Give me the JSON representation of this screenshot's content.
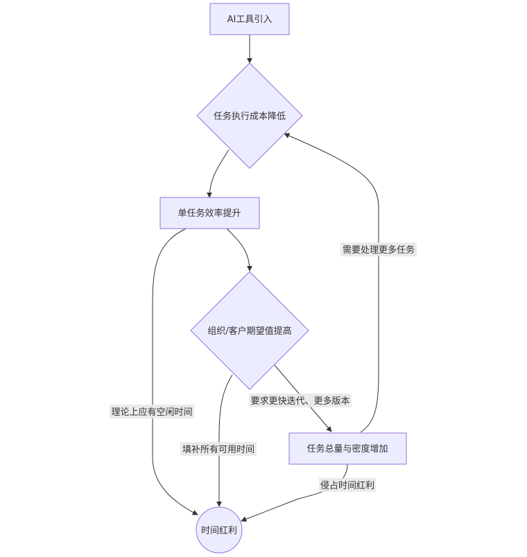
{
  "diagram": {
    "type": "flowchart",
    "colors": {
      "node_fill": "#ececff",
      "node_stroke": "#9370db",
      "edge": "#333333",
      "label_bg": "#e8e8e8",
      "text": "#333333"
    },
    "nodes": {
      "ai_intro": {
        "label": "AI工具引入",
        "shape": "rect"
      },
      "cost_down": {
        "label": "任务执行成本降低",
        "shape": "diamond"
      },
      "efficiency_up": {
        "label": "单任务效率提升",
        "shape": "rect"
      },
      "expectation_up": {
        "label": "组织/客户期望值提高",
        "shape": "diamond"
      },
      "task_increase": {
        "label": "任务总量与密度增加",
        "shape": "rect"
      },
      "time_dividend": {
        "label": "时间红利",
        "shape": "circle"
      }
    },
    "edges": {
      "e1": {
        "from": "ai_intro",
        "to": "cost_down",
        "label": ""
      },
      "e2": {
        "from": "cost_down",
        "to": "efficiency_up",
        "label": ""
      },
      "e3": {
        "from": "efficiency_up",
        "to": "expectation_up",
        "label": ""
      },
      "e4": {
        "from": "efficiency_up",
        "to": "time_dividend",
        "label": "理论上应有空闲时间"
      },
      "e5": {
        "from": "expectation_up",
        "to": "time_dividend",
        "label": "填补所有可用时间"
      },
      "e6": {
        "from": "expectation_up",
        "to": "task_increase",
        "label": "要求更快迭代、更多版本"
      },
      "e7": {
        "from": "task_increase",
        "to": "cost_down",
        "label": "需要处理更多任务"
      },
      "e8": {
        "from": "task_increase",
        "to": "time_dividend",
        "label": "侵占时间红利"
      }
    }
  }
}
